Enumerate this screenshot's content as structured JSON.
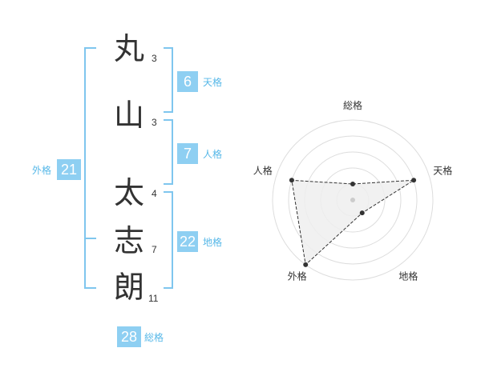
{
  "name": {
    "characters": [
      {
        "char": "丸",
        "strokes": "3"
      },
      {
        "char": "山",
        "strokes": "3"
      },
      {
        "char": "太",
        "strokes": "4"
      },
      {
        "char": "志",
        "strokes": "7"
      },
      {
        "char": "朗",
        "strokes": "11"
      }
    ]
  },
  "fortunes": {
    "tenkaku": {
      "value": "6",
      "label": "天格"
    },
    "jinkaku": {
      "value": "7",
      "label": "人格"
    },
    "chikaku": {
      "value": "22",
      "label": "地格"
    },
    "gaikaku": {
      "value": "21",
      "label": "外格"
    },
    "soukaku": {
      "value": "28",
      "label": "総格"
    }
  },
  "colors": {
    "accent": "#8ecff2",
    "accent_text": "#57b8e8",
    "bracket": "#7fc6ee",
    "ring": "#dddddd",
    "polygon_fill": "#efefef",
    "polygon_line": "#333333"
  },
  "chart_data": {
    "type": "radar",
    "axes": [
      "総格",
      "天格",
      "地格",
      "外格",
      "人格"
    ],
    "values": [
      1,
      4,
      1,
      5,
      4
    ],
    "max": 5
  }
}
